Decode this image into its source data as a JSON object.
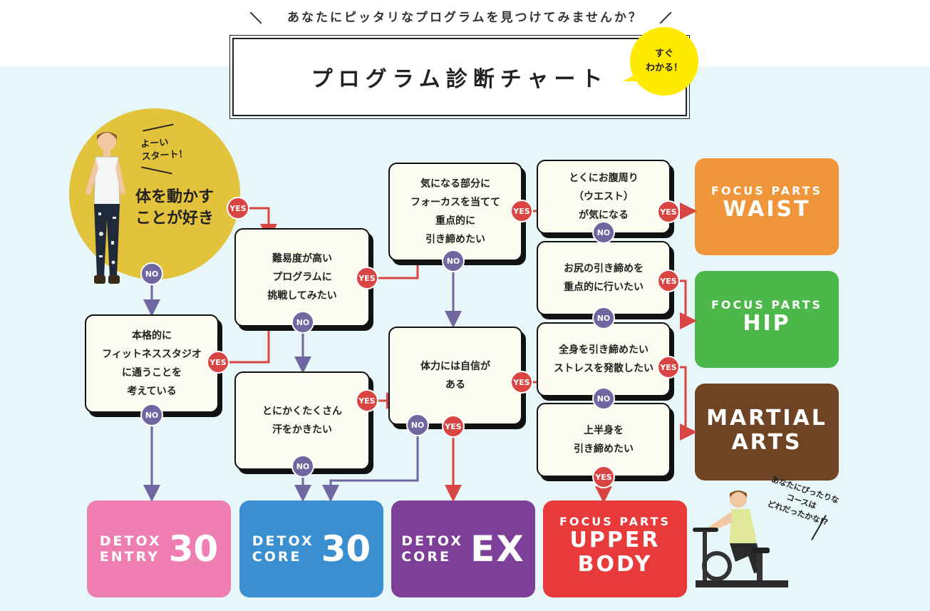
{
  "header": {
    "headline": "あなたにピッタリなプログラムを見つけてみませんか？",
    "title": "プログラム診断チャート",
    "bubble_line1": "すぐ",
    "bubble_line2": "わかる！"
  },
  "start": {
    "small_line1": "よーい",
    "small_line2": "スタート！",
    "main_line1": "体を動かす",
    "main_line2": "ことが好き"
  },
  "questions": {
    "q_studio": [
      "本格的に",
      "フィットネススタジオ",
      "に通うことを",
      "考えている"
    ],
    "q_challenge": [
      "難易度が高い",
      "プログラムに",
      "挑戦してみたい"
    ],
    "q_sweat": [
      "とにかくたくさん",
      "汗をかきたい"
    ],
    "q_focus": [
      "気になる部分に",
      "フォーカスを当てて",
      "重点的に",
      "引き締めたい"
    ],
    "q_stamina": [
      "体力には自信が",
      "ある"
    ],
    "q_waist": [
      "とくにお腹周り",
      "（ウエスト）",
      "が気になる"
    ],
    "q_hip": [
      "お尻の引き締めを",
      "重点的に行いたい"
    ],
    "q_body": [
      "全身を引き締めたい",
      "ストレスを発散したい"
    ],
    "q_upper": [
      "上半身を",
      "引き締めたい"
    ]
  },
  "labels": {
    "yes": "YES",
    "no": "NO"
  },
  "results": {
    "entry": {
      "line1": "DETOX",
      "line2": "ENTRY",
      "num": "30",
      "color": "#ef7fb3"
    },
    "core": {
      "line1": "DETOX",
      "line2": "CORE",
      "num": "30",
      "color": "#3a8fd0"
    },
    "ex": {
      "line1": "DETOX",
      "line2": "CORE",
      "num": "EX",
      "color": "#7d3f98"
    },
    "upper": {
      "line1": "FOCUS PARTS",
      "line2": "UPPER",
      "line3": "BODY",
      "color": "#e83a3a"
    },
    "waist": {
      "line1": "FOCUS PARTS",
      "line2": "WAIST",
      "color": "#f0963a"
    },
    "hip": {
      "line1": "FOCUS PARTS",
      "line2": "HIP",
      "color": "#4cb84a"
    },
    "martial": {
      "line1": "MARTIAL",
      "line2": "ARTS",
      "color": "#6e4424"
    }
  },
  "footer_note": {
    "line1": "あなたにぴったりな",
    "line2": "コースは",
    "line3": "どれだったかな!?"
  },
  "colors": {
    "yes_line": "#d94542",
    "no_line": "#7066a0",
    "background": "#e6f6f9"
  },
  "icons": [
    "woman-standing-photo",
    "woman-cycling-photo"
  ]
}
